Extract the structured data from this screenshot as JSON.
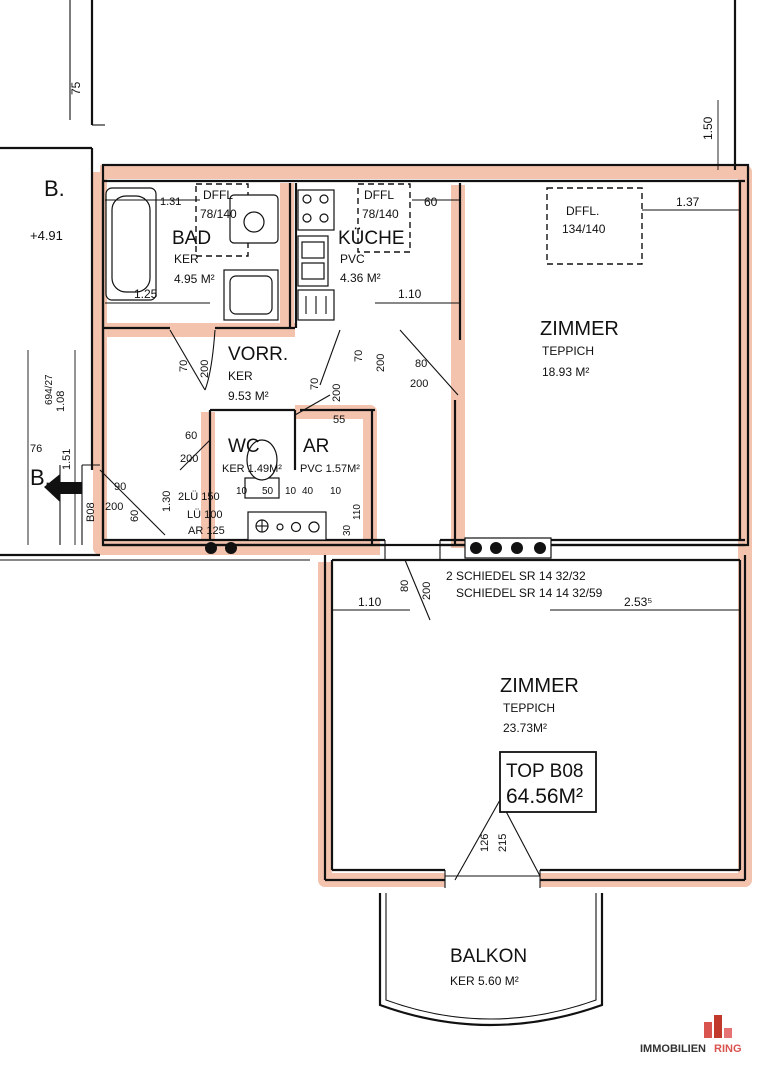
{
  "rooms": {
    "bad": {
      "name": "BAD",
      "floor": "KER",
      "area": "4.95 M²"
    },
    "kueche": {
      "name": "KÜCHE",
      "floor": "PVC",
      "area": "4.36 M²"
    },
    "vorr": {
      "name": "VORR.",
      "floor": "KER",
      "area": "9.53 M²"
    },
    "wc": {
      "name": "WC",
      "info": "KER 1.49M²"
    },
    "ar": {
      "name": "AR",
      "info": "PVC 1.57M²"
    },
    "zimmer1": {
      "name": "ZIMMER",
      "floor": "TEPPICH",
      "area": "18.93 M²"
    },
    "zimmer2": {
      "name": "ZIMMER",
      "floor": "TEPPICH",
      "area": "23.73M²"
    },
    "balkon": {
      "name": "BALKON",
      "info": "KER 5.60 M²"
    }
  },
  "top": {
    "line1": "TOP B08",
    "line2": "64.56M²"
  },
  "skylights": {
    "a": {
      "label": "DFFL",
      "size": "78/140"
    },
    "b": {
      "label": "DFFL",
      "size": "78/140"
    },
    "c": {
      "label": "DFFL.",
      "size": "134/140"
    }
  },
  "chimney": {
    "line1": "2 SCHIEDEL SR 14 32/32",
    "line2": "SCHIEDEL SR 14 14 32/59"
  },
  "dims": {
    "d_75": "75",
    "d_150": "1.50",
    "d_131": "1.31",
    "d_60a": "60",
    "d_137": "1.37",
    "d_125": "1.25",
    "d_110a": "1.10",
    "d_70a": "70",
    "d_200a": "200",
    "d_70b": "70",
    "d_200b": "200",
    "d_80a": "80",
    "d_200c": "200",
    "d_70c": "70",
    "d_200d": "200",
    "d_55": "55",
    "d_60b": "60",
    "d_200e": "200",
    "d_90": "90",
    "d_200f": "200",
    "d_60c": "60",
    "d_130": "1.30",
    "d_lue1": "2LÜ 150",
    "d_lue2": "LÜ 100",
    "d_lue3": "AR 125",
    "d_10a": "10",
    "d_50": "50",
    "d_10b": "10",
    "d_40": "40",
    "d_10c": "10",
    "d_30": "30",
    "d_110c": "110",
    "d_80b": "80",
    "d_200g": "200",
    "d_110b": "1.10",
    "d_253": "2.53⁵",
    "d_126": "126",
    "d_215": "215",
    "d_491": "+4.91",
    "d_151": "1.51",
    "d_108": "1.08",
    "d_76": "76",
    "d_694": "694/27",
    "b_upper": "B.",
    "b_lower": "B.",
    "b08": "B08"
  },
  "brand": {
    "name_a": "IMMOBILIEN",
    "name_b": "RING",
    "color_a": "#333333",
    "color_b": "#d9534f"
  }
}
